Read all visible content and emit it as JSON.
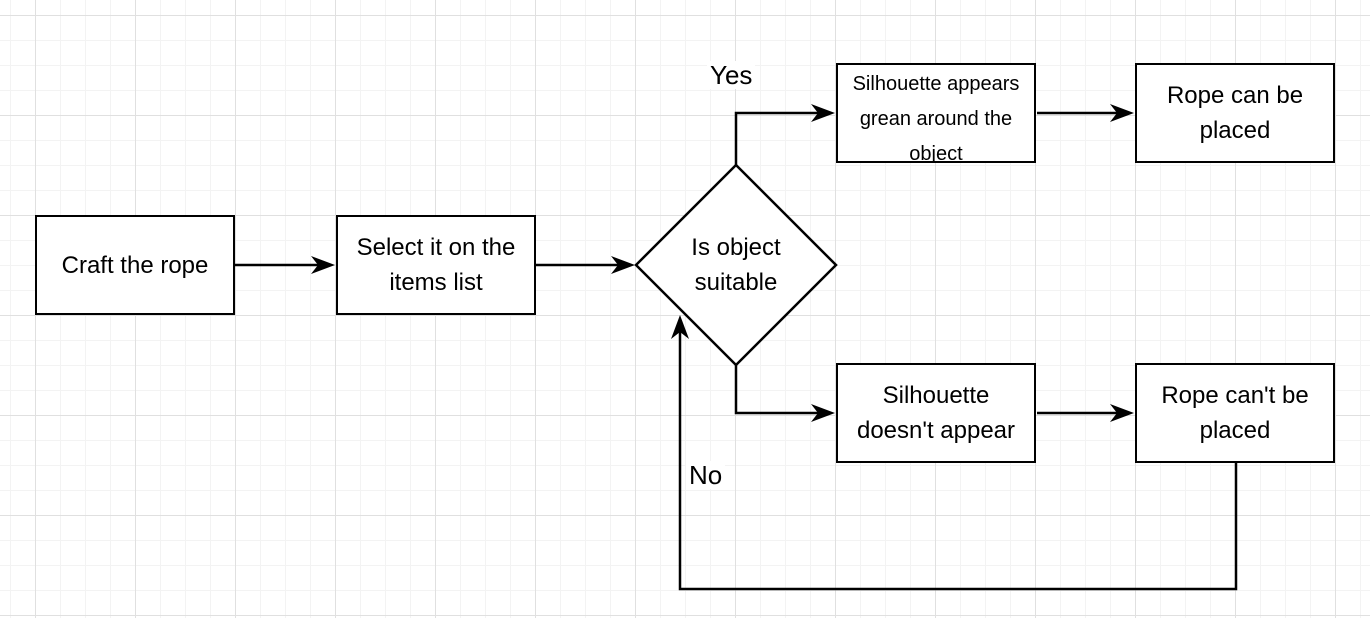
{
  "canvas": {
    "background_color": "#ffffff",
    "grid_minor_color": "#f3f3f3",
    "grid_major_color": "#e0e0e0",
    "stroke_color": "#000000",
    "node_fill_color": "#ffffff",
    "text_color": "#000000"
  },
  "nodes": {
    "craft": {
      "label": "Craft the rope",
      "shape": "rectangle"
    },
    "select": {
      "label": "Select it on the\nitems list",
      "shape": "rectangle"
    },
    "decision": {
      "label": "Is object\nsuitable",
      "shape": "diamond"
    },
    "silhouette_appears": {
      "label": "Silhouette appears\ngrean around the\nobject",
      "shape": "rectangle"
    },
    "rope_can": {
      "label": "Rope can be\nplaced",
      "shape": "rectangle"
    },
    "silhouette_doesnt": {
      "label": "Silhouette\ndoesn't appear",
      "shape": "rectangle"
    },
    "rope_cant": {
      "label": "Rope can't be\nplaced",
      "shape": "rectangle"
    }
  },
  "edge_labels": {
    "yes": "Yes",
    "no": "No"
  }
}
